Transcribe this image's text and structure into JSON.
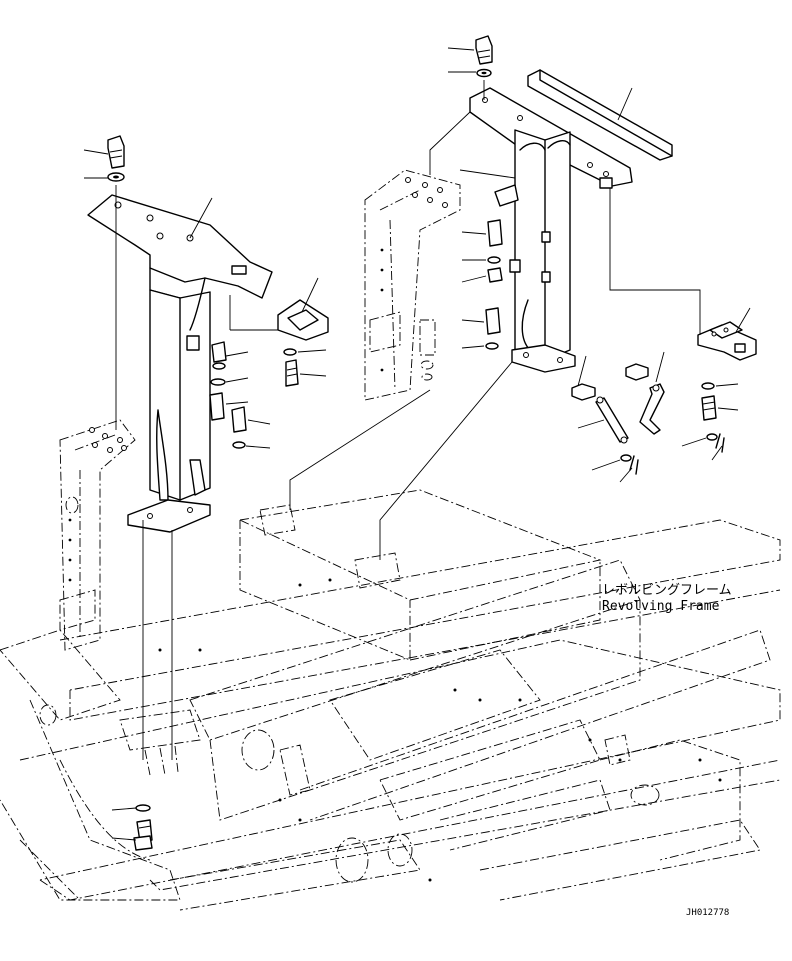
{
  "frame_label": {
    "japanese": "レボルビングフレーム",
    "english": "Revolving Frame"
  },
  "drawing_code": "JH012778"
}
